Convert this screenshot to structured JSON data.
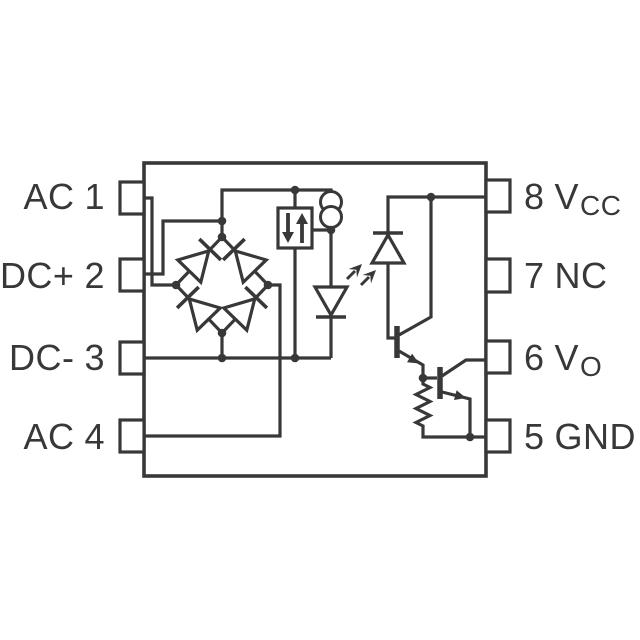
{
  "diagram": {
    "kind": "optocoupler internal schematic, 8-pin package",
    "line_color": "#383838",
    "background_color": "#ffffff"
  },
  "pins_left": [
    {
      "label": "AC",
      "number": "1"
    },
    {
      "label": "DC+",
      "number": "2"
    },
    {
      "label": "DC-",
      "number": "3"
    },
    {
      "label": "AC",
      "number": "4"
    }
  ],
  "pins_right": [
    {
      "number": "8",
      "label": "V",
      "subscript": "CC"
    },
    {
      "number": "7",
      "label": "NC",
      "subscript": ""
    },
    {
      "number": "6",
      "label": "V",
      "subscript": "O"
    },
    {
      "number": "5",
      "label": "GND",
      "subscript": ""
    }
  ],
  "components": {
    "bridge_rectifier": "diode-bridge",
    "threshold_detector": "box-with-down-up-arrows",
    "current_source": "overlapping-double-circle",
    "led": "downward-diode-emitter",
    "light": "two-diagonal-emission-arrows",
    "photodiode": "upward-diode-detector",
    "q1": "npn-transistor",
    "q2": "npn-transistor",
    "resistor": "vertical-zigzag"
  }
}
